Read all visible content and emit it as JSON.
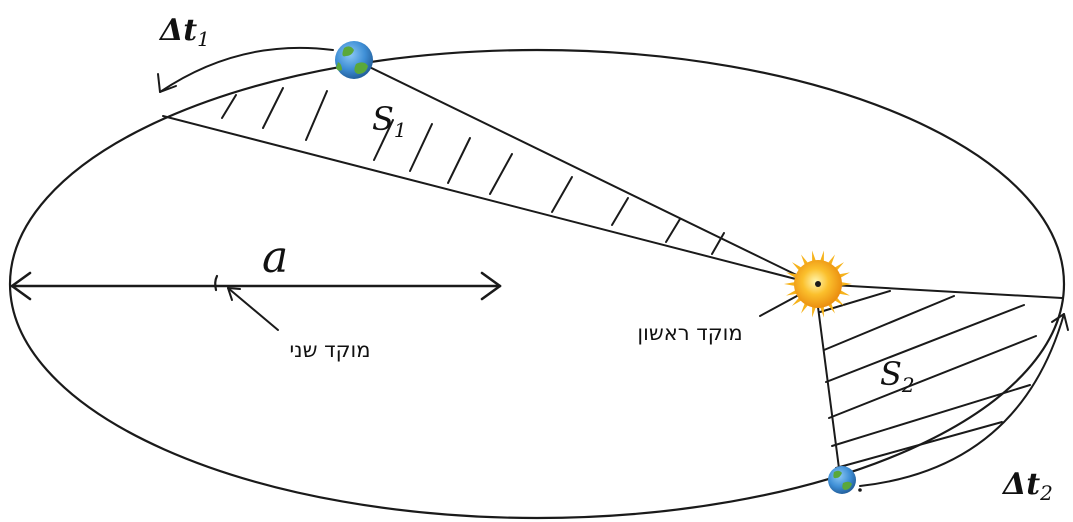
{
  "diagram": {
    "labels": {
      "delta_t1_sym": "Δt",
      "delta_t1_sub": "1",
      "delta_t2_sym": "Δt",
      "delta_t2_sub": "2",
      "s1_sym": "S",
      "s1_sub": "1",
      "s2_sym": "S",
      "s2_sub": "2",
      "semi_major_axis": "a",
      "first_focus": "מוקד ראשון",
      "second_focus": "מוקד שני"
    },
    "colors": {
      "ink": "#1a1a1a",
      "sun_core": "#f2a20c",
      "sun_rays": "#f6b21a",
      "earth_ocean": "#3f8fd6",
      "earth_land": "#5aa83a"
    },
    "icons": [
      "sun-icon",
      "earth-icon"
    ]
  }
}
